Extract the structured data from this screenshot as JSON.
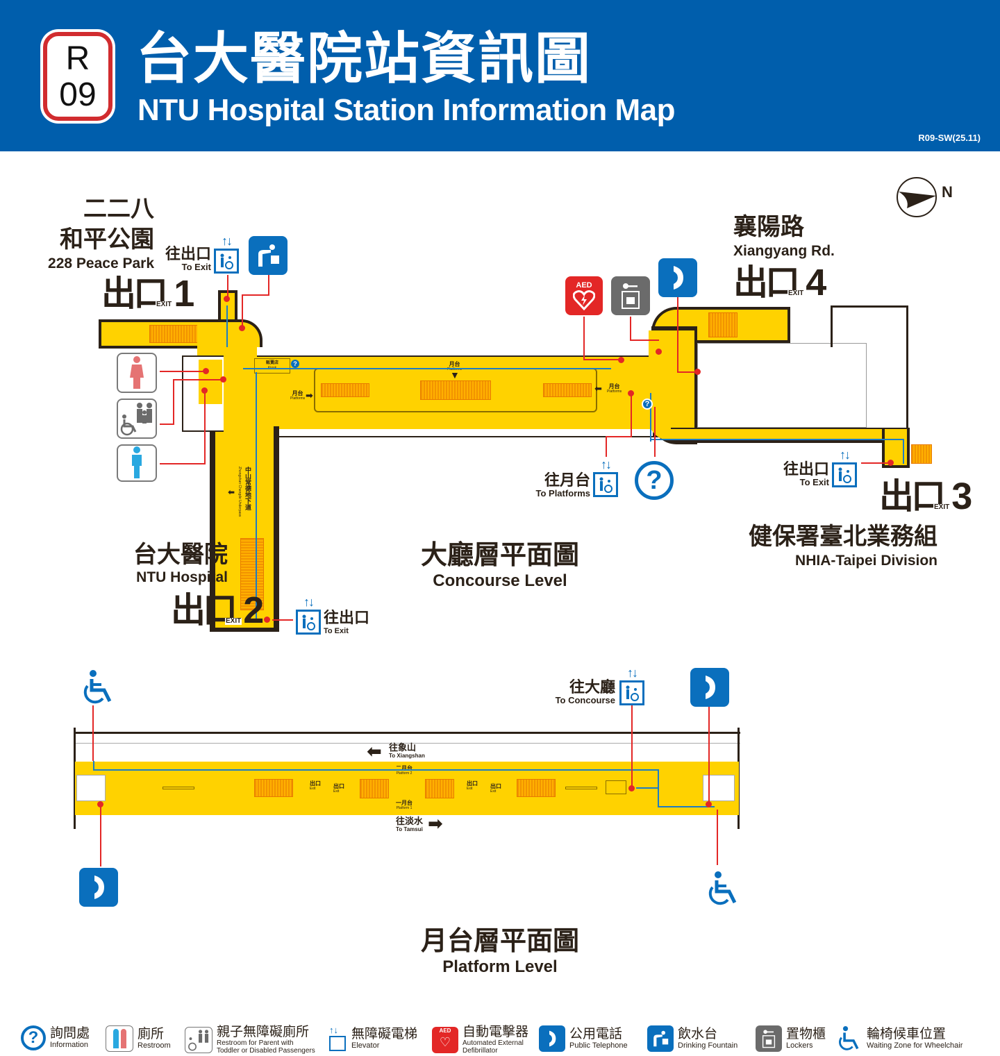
{
  "header": {
    "station_code_line": "R",
    "station_code_num": "09",
    "title_zh": "台大醫院站資訊圖",
    "title_en": "NTU Hospital Station Information Map",
    "doc_code": "R09-SW(25.11)",
    "colors": {
      "header_bg": "#005eac",
      "badge_border": "#d12c2f"
    }
  },
  "compass": {
    "label": "N"
  },
  "concourse": {
    "title_zh": "大廳層平面圖",
    "title_en": "Concourse Level",
    "exits": [
      {
        "id": "exit1",
        "num": "1",
        "exit_word": "EXIT",
        "exit_char": "出口",
        "dest_zh_1": "二二八",
        "dest_zh_2": "和平公園",
        "dest_en": "228 Peace Park"
      },
      {
        "id": "exit2",
        "num": "2",
        "exit_word": "EXIT",
        "exit_char": "出口",
        "dest_zh": "台大醫院",
        "dest_en": "NTU Hospital"
      },
      {
        "id": "exit3",
        "num": "3",
        "exit_word": "EXIT",
        "exit_char": "出口",
        "dest_zh": "健保署臺北業務組",
        "dest_en": "NHIA-Taipei Division"
      },
      {
        "id": "exit4",
        "num": "4",
        "exit_word": "EXIT",
        "exit_char": "出口",
        "dest_zh": "襄陽路",
        "dest_en": "Xiangyang Rd."
      }
    ],
    "elevator_labels": {
      "exit1": {
        "zh": "往出口",
        "en": "To Exit"
      },
      "exit2": {
        "zh": "往出口",
        "en": "To Exit"
      },
      "exit3": {
        "zh": "往出口",
        "en": "To Exit"
      },
      "platforms": {
        "zh": "往月台",
        "en": "To Platforms"
      }
    },
    "platform_labels": {
      "zh": "月台",
      "en": "Platforms"
    },
    "kiosk": {
      "zh": "販賣店",
      "en": "Kiosk"
    },
    "underpass": {
      "zh": "中山常德地下道",
      "en": "Zhongshan Changde Underpass"
    },
    "elevator_arrows": "↑↓"
  },
  "platform": {
    "title_zh": "月台層平面圖",
    "title_en": "Platform Level",
    "to_xiangshan": {
      "zh": "往象山",
      "en": "To Xiangshan"
    },
    "to_tamsui": {
      "zh": "往淡水",
      "en": "To Tamsui"
    },
    "platform2": {
      "zh": "二月台",
      "en": "Platform 2"
    },
    "platform1": {
      "zh": "一月台",
      "en": "Platform 1"
    },
    "exit_marker": {
      "zh": "出口",
      "en": "Exit"
    },
    "to_concourse": {
      "zh": "往大廳",
      "en": "To Concourse"
    }
  },
  "legend": [
    {
      "icon": "information-icon",
      "zh": "詢問處",
      "en": "Information"
    },
    {
      "icon": "restroom-icon",
      "zh": "廁所",
      "en": "Restroom"
    },
    {
      "icon": "family-restroom-icon",
      "zh": "親子無障礙廁所",
      "en": "Restroom for Parent with",
      "en2": "Toddler or Disabled Passengers"
    },
    {
      "icon": "elevator-icon",
      "zh": "無障礙電梯",
      "en": "Elevator"
    },
    {
      "icon": "aed-icon",
      "zh": "自動電擊器",
      "en": "Automated External",
      "en2": "Defibrillator"
    },
    {
      "icon": "telephone-icon",
      "zh": "公用電話",
      "en": "Public Telephone"
    },
    {
      "icon": "drinking-fountain-icon",
      "zh": "飲水台",
      "en": "Drinking Fountain"
    },
    {
      "icon": "lockers-icon",
      "zh": "置物櫃",
      "en": "Lockers"
    },
    {
      "icon": "wheelchair-icon",
      "zh": "輪椅候車位置",
      "en": "Waiting Zone for Wheelchair"
    }
  ],
  "icons": {
    "aed_text": "AED",
    "info_glyph": "?"
  },
  "colors": {
    "floor": "#ffd200",
    "wall": "#2b2118",
    "escalator": "#f29400",
    "route_blue": "#1d7cc4",
    "leader_red": "#e32726",
    "icon_blue": "#0a6fbd",
    "icon_grey": "#6b6b6b",
    "women": "#e57373",
    "men": "#29a8e0"
  }
}
